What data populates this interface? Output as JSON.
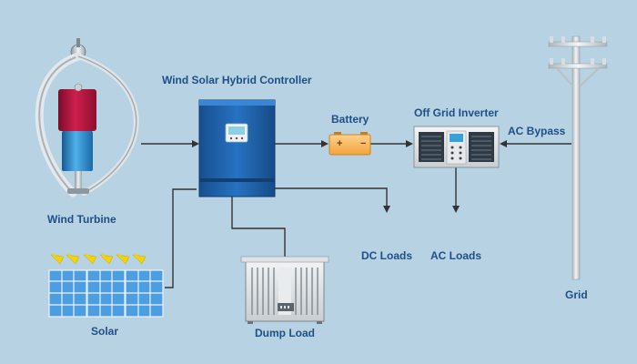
{
  "labels": {
    "controller": "Wind Solar Hybrid Controller",
    "battery": "Battery",
    "inverter": "Off Grid Inverter",
    "ac_bypass": "AC Bypass",
    "wind_turbine": "Wind Turbine",
    "solar": "Solar",
    "dump_load": "Dump Load",
    "dc_loads": "DC Loads",
    "ac_loads": "AC Loads",
    "grid": "Grid"
  },
  "battery_terminals": {
    "positive": "+",
    "negative": "−"
  },
  "colors": {
    "background": "#b7d2e3",
    "label_text": "#1f4f86",
    "controller_blue": "#1f63b0",
    "battery_orange": "#f7b55b",
    "turbine_red": "#b3123d",
    "turbine_blue": "#2b86c8",
    "solar_blue": "#4d9ee0",
    "sun_yellow": "#f2d20a",
    "wire": "#333333"
  },
  "icons": {
    "wind_turbine": "vertical-axis-wind-turbine-icon",
    "controller": "hybrid-controller-icon",
    "battery": "battery-icon",
    "inverter": "inverter-icon",
    "utility_pole": "utility-pole-icon",
    "solar_panels": "solar-panel-icon",
    "dump_load": "dump-load-resistor-icon"
  }
}
